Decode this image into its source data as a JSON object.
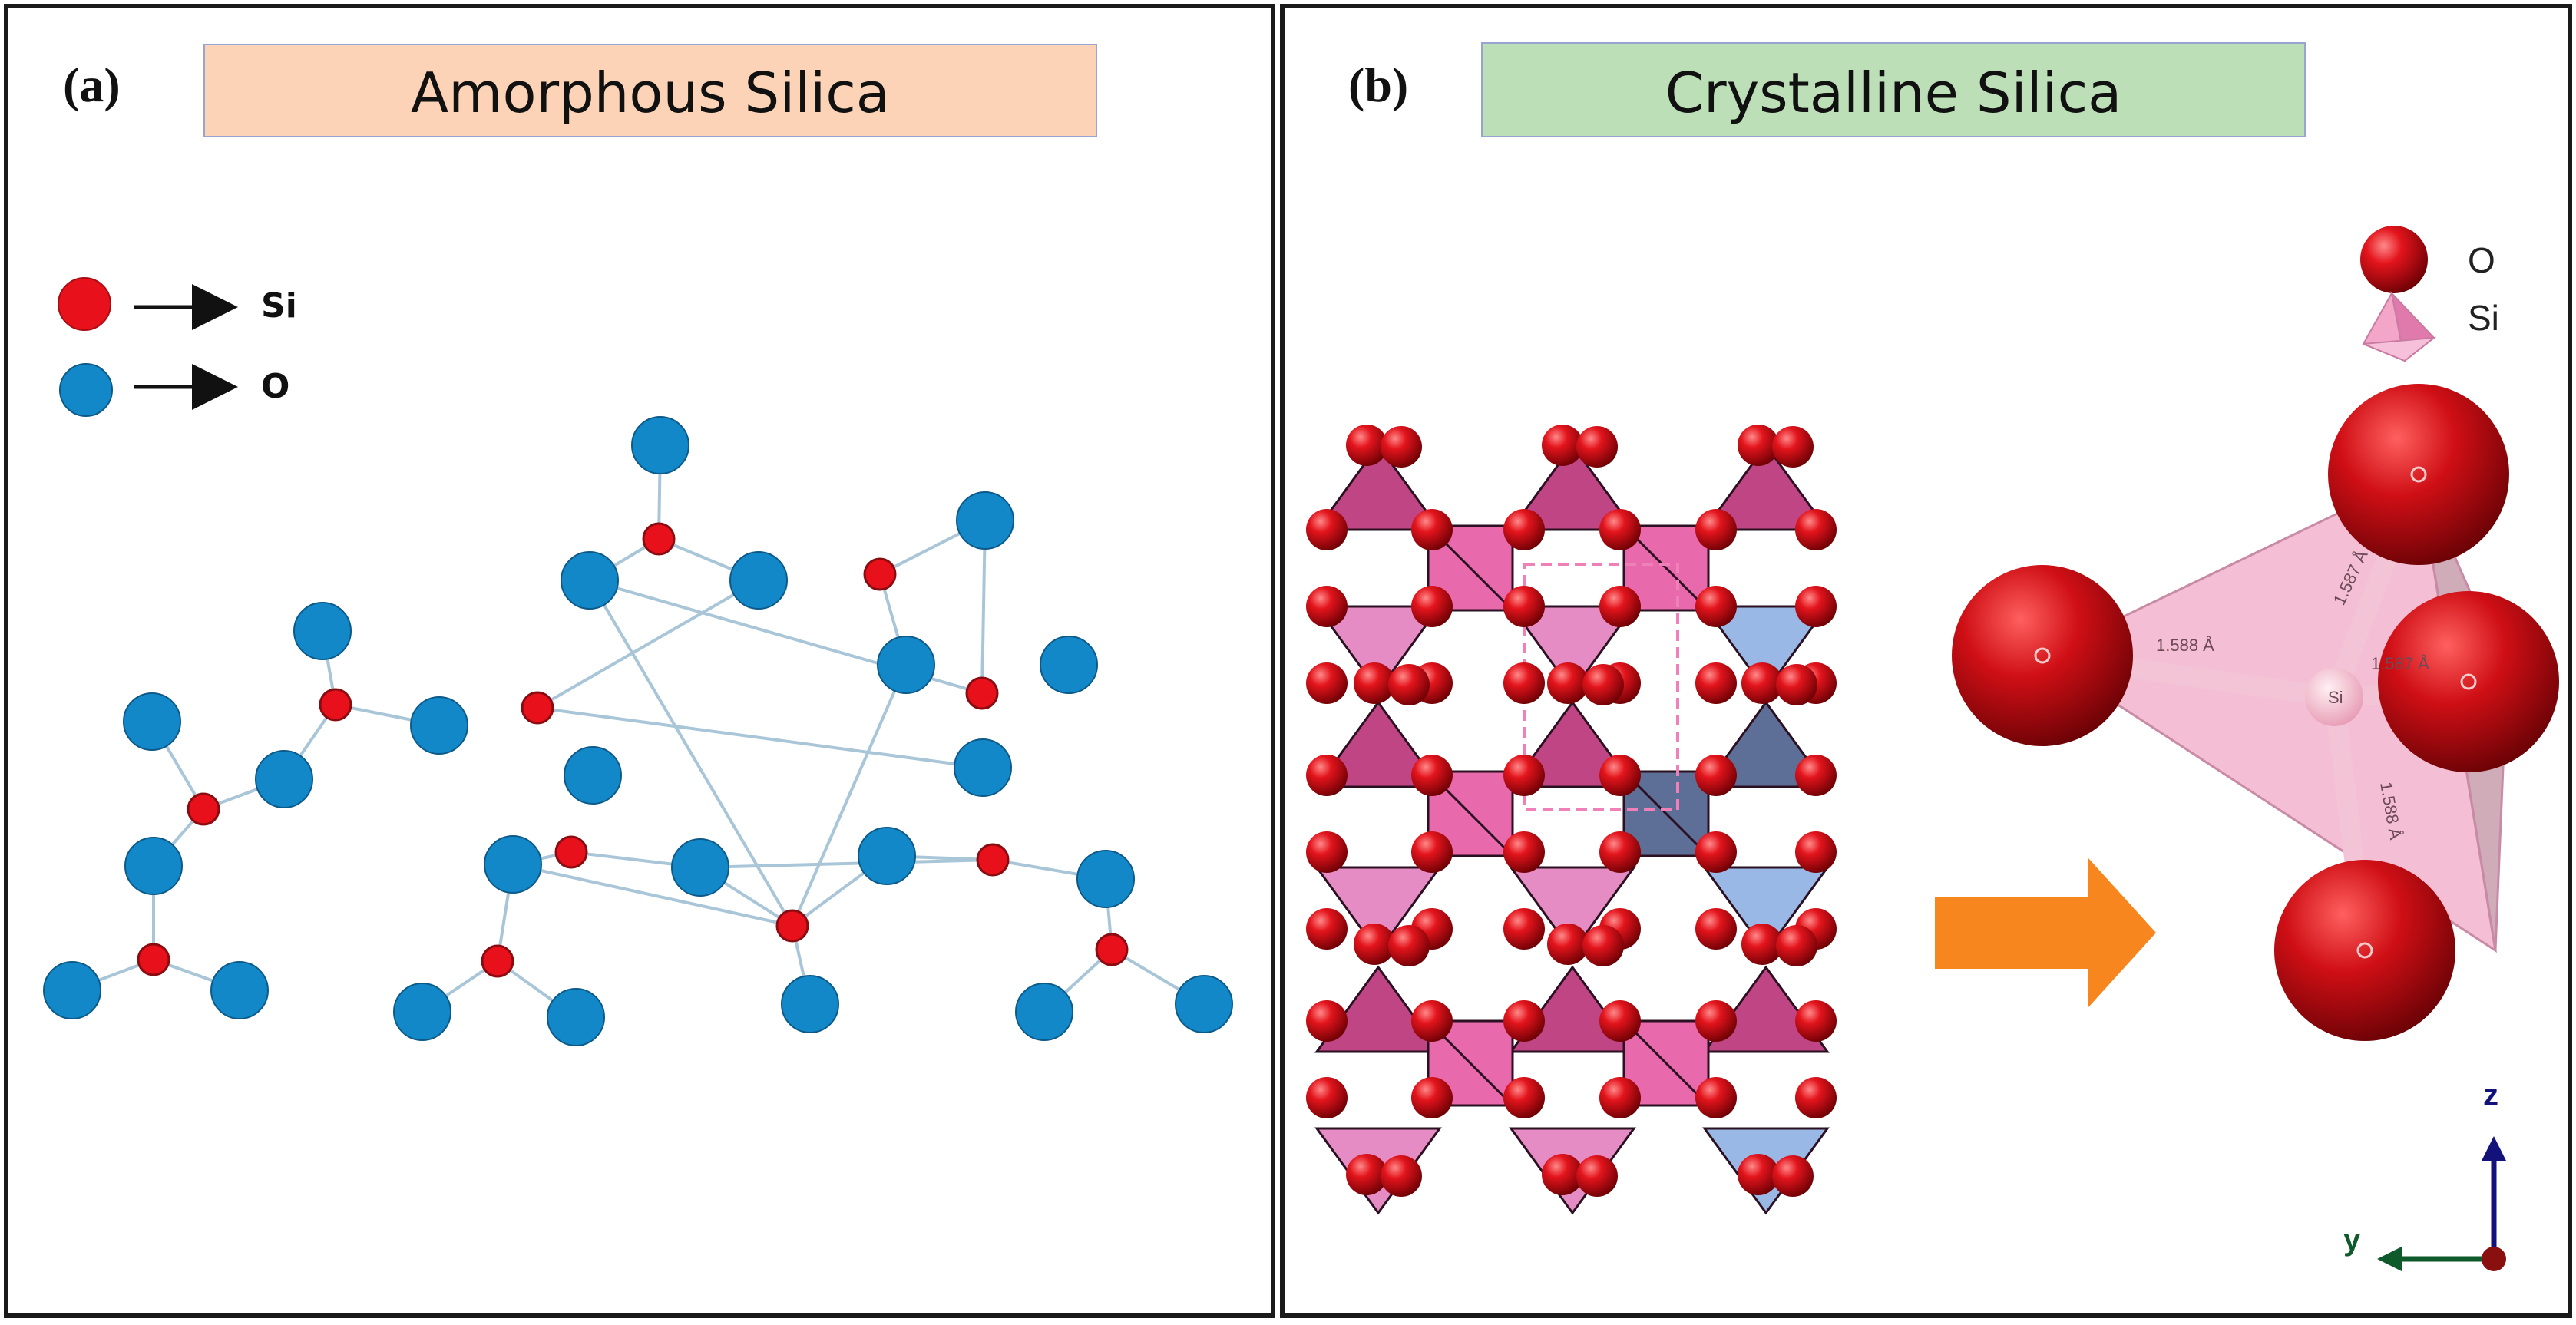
{
  "panel_a": {
    "label": "(a)",
    "title": "Amorphous Silica",
    "title_bg": "#fcd3b6",
    "legend": [
      {
        "symbol": "Si",
        "color": "#e8101a"
      },
      {
        "symbol": "O",
        "color": "#1388c8"
      }
    ]
  },
  "panel_b": {
    "label": "(b)",
    "title": "Crystalline Silica",
    "title_bg": "#bcdfb8",
    "legend": [
      {
        "symbol": "O",
        "icon": "red-sphere-icon"
      },
      {
        "symbol": "Si",
        "icon": "pink-tetrahedron-icon"
      }
    ],
    "bond_lengths": [
      "1.588 Å",
      "1.587 Å",
      "1.587 Å",
      "1.588 Å"
    ],
    "center_atom": "Si",
    "axes": {
      "vertical": "z",
      "horizontal": "y"
    },
    "colors": {
      "oxygen": "#d6161c",
      "tetra_pink": "#e58cc4",
      "tetra_magenta": "#c04585",
      "tetra_blue": "#9ab8e6",
      "arrow": "#f7861e"
    }
  }
}
